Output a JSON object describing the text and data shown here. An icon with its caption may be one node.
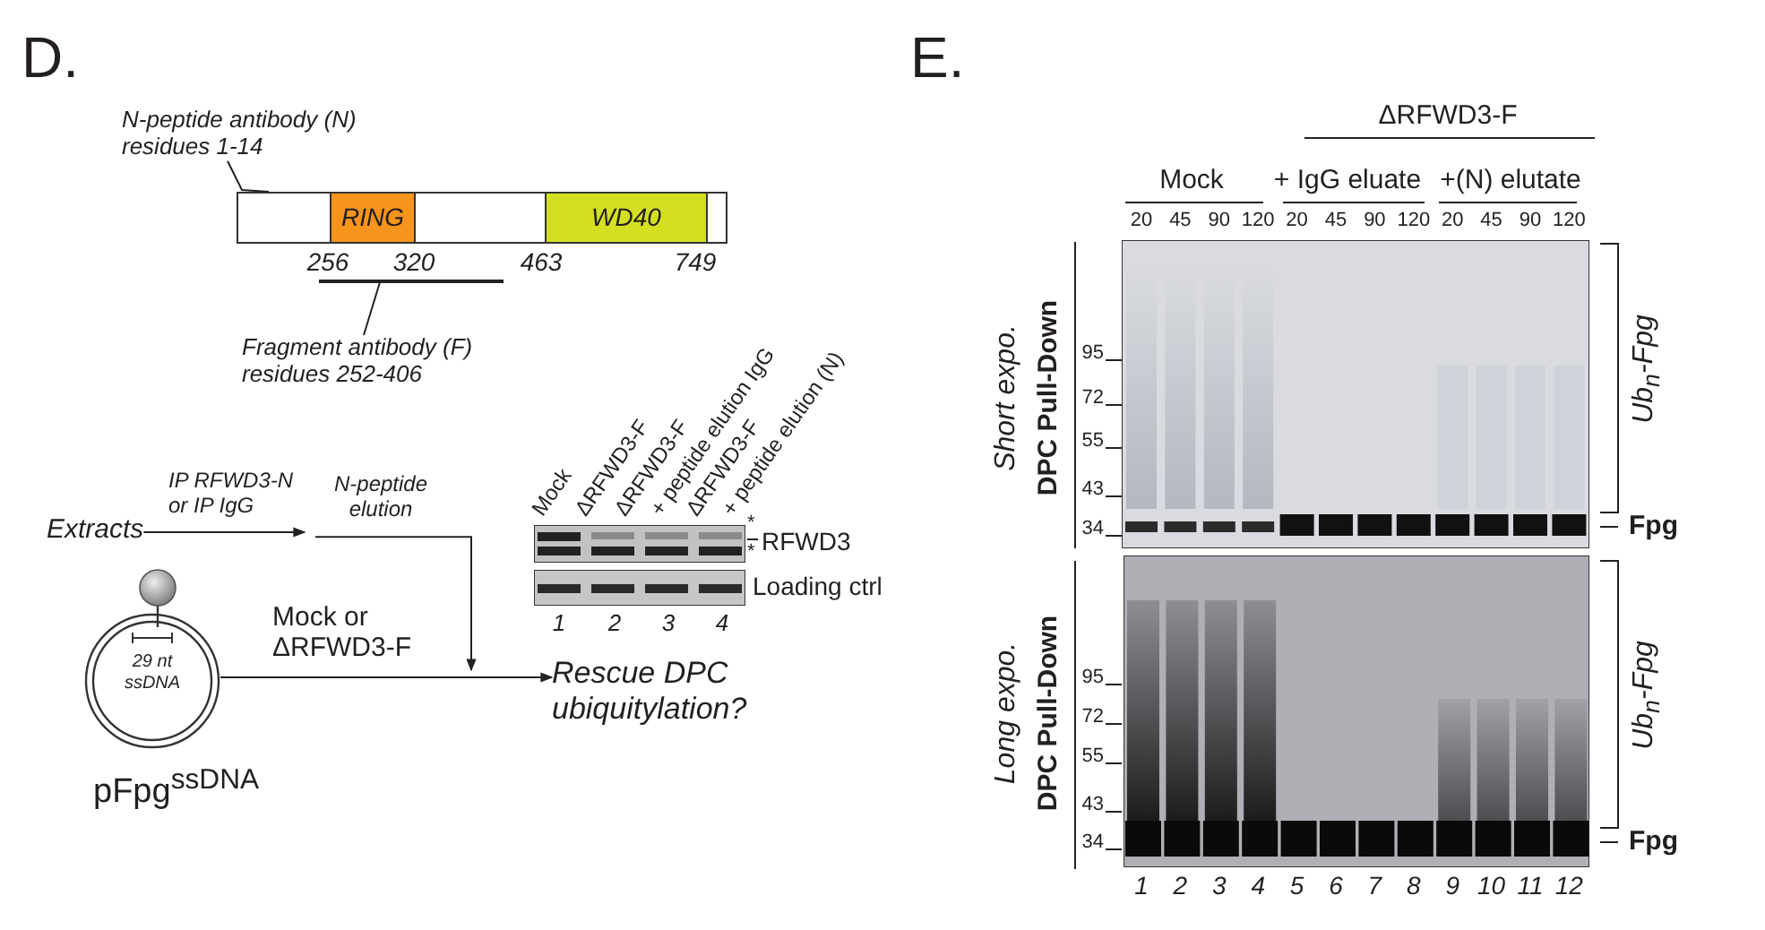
{
  "diagram": {
    "nodes": [
      {
        "text": [
          "N-peptide antibody (N) residues 1-14"
        ]
      },
      {
        "text": [],
        "shape": "bar"
      },
      {
        "text": [
          "RING"
        ],
        "in": 1
      },
      {
        "text": [
          "WD40"
        ],
        "in": 1
      },
      {
        "text": [],
        "shape": "bar"
      },
      {
        "text": [
          "Fragment antibody (F) residues 252-406"
        ]
      },
      {
        "text": [
          "Extracts"
        ]
      },
      {
        "text": [
          "N-peptide elution"
        ]
      },
      {
        "text": [
          "29 nt ssDNA"
        ],
        "beside": [
          "pFpg$^{ssDNA}$"
        ]
      },
      {
        "text": [
          "Rescue DPC ubiquitylation?"
        ]
      }
    ],
    "edges": [
      {
        "from": 0,
        "to": 1,
        "arrow": "none"
      },
      {
        "from": 5,
        "to": 4,
        "arrow": "none"
      },
      {
        "from": 6,
        "to": 7,
        "arrow": "to",
        "label": "IP RFWD3-N or IP IgG"
      },
      {
        "from": 7,
        "to": null,
        "arrow": "to"
      },
      {
        "from": 8,
        "to": 9,
        "arrow": "to",
        "label": "Mock or ΔRFWD3-F"
      }
    ],
    "labels": [
      "D.",
      "256",
      "320",
      "463",
      "749",
      "Mock",
      "ΔRFWD3-F",
      "ΔRFWD3-F",
      "+ peptide elution IgG",
      "ΔRFWD3-F",
      "+ peptide elution (N)",
      "*",
      "RFWD3",
      "*",
      "Loading ctrl",
      "1",
      "2",
      "3",
      "4",
      "E.",
      "ΔRFWD3-F",
      "Mock",
      "+ IgG eluate",
      "+(N) elutate",
      "20",
      "45",
      "90",
      "120",
      "20",
      "45",
      "90",
      "120",
      "20",
      "45",
      "90",
      "120",
      "Short expo.",
      "DPC Pull-Down",
      "95",
      "72",
      "55",
      "43",
      "34",
      "Ub$_{n}$-Fpg",
      "Fpg",
      "Long expo.",
      "DPC Pull-Down",
      "95",
      "72",
      "55",
      "43",
      "34",
      "Ub$_{n}$-Fpg",
      "Fpg",
      "1",
      "2",
      "3",
      "4",
      "5",
      "6",
      "7",
      "8",
      "9",
      "10",
      "11",
      "12"
    ]
  }
}
